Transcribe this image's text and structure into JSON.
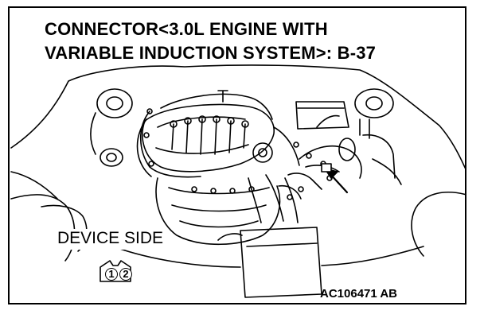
{
  "title": {
    "line1": "CONNECTOR<3.0L ENGINE WITH",
    "line2": "VARIABLE INDUCTION SYSTEM>: B-37"
  },
  "device_side_label": "DEVICE SIDE",
  "connector": {
    "pins": [
      "1",
      "2"
    ]
  },
  "figure_id": "AC106471 AB",
  "icons": [
    "engine-compartment-illustration",
    "pointer-arrow-icon",
    "connector-icon"
  ]
}
